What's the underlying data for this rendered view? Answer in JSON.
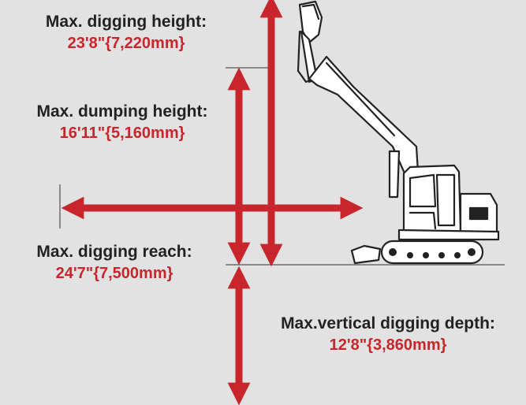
{
  "colors": {
    "arrow": "#c8262c",
    "background": "#e2e2e2",
    "text": "#222222",
    "line": "#333333"
  },
  "icons": [
    "excavator-icon"
  ],
  "specs": {
    "dig_height": {
      "title": "Max. digging height:",
      "value": "23'8\"{7,220mm}"
    },
    "dump_height": {
      "title": "Max. dumping height:",
      "value": "16'11\"{5,160mm}"
    },
    "dig_reach": {
      "title": "Max. digging reach:",
      "value": "24'7\"{7,500mm}"
    },
    "dig_depth": {
      "title": "Max.vertical digging depth:",
      "value": "12'8\"{3,860mm}"
    }
  }
}
